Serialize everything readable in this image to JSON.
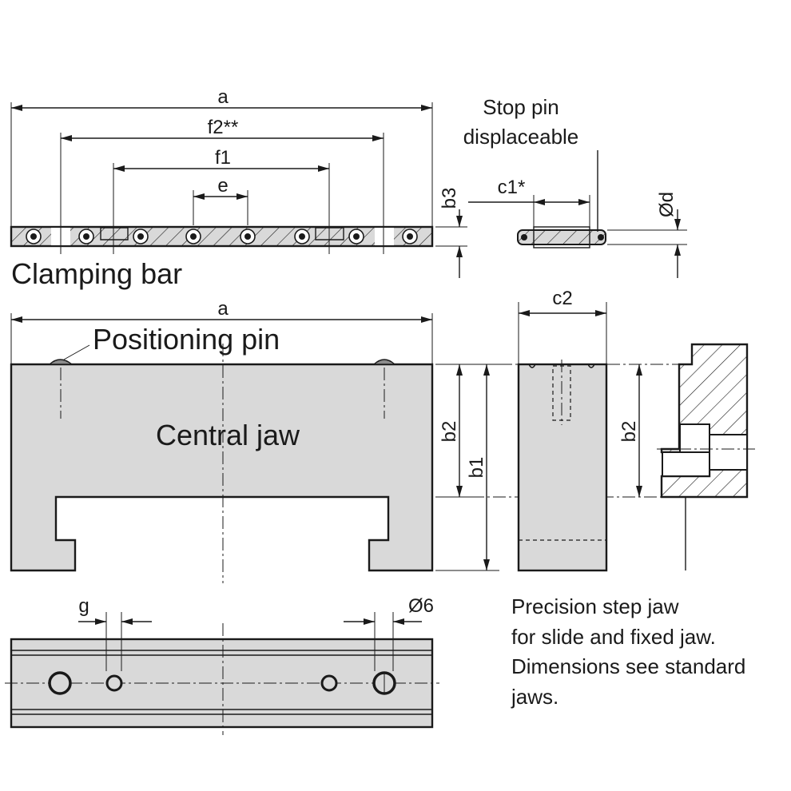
{
  "labels": {
    "dim_a_top": "a",
    "dim_f2": "f2**",
    "dim_f1": "f1",
    "dim_e": "e",
    "dim_b3": "b3",
    "stop_pin_title_line1": "Stop pin",
    "stop_pin_title_line2": "displaceable",
    "dim_c1": "c1*",
    "dim_d": "Ød",
    "clamping_bar": "Clamping bar",
    "dim_a_mid": "a",
    "positioning_pin": "Positioning pin",
    "central_jaw": "Central jaw",
    "dim_b2_front": "b2",
    "dim_b1": "b1",
    "dim_c2": "c2",
    "dim_b2_side": "b2",
    "dim_g": "g",
    "dim_phi6": "Ø6"
  },
  "note": {
    "line1": "Precision step jaw",
    "line2": "for slide and fixed jaw.",
    "line3": "Dimensions see standard",
    "line4": "jaws."
  },
  "colors": {
    "part_fill": "#d9d9d9",
    "line": "#1a1a1a",
    "background": "#ffffff"
  }
}
